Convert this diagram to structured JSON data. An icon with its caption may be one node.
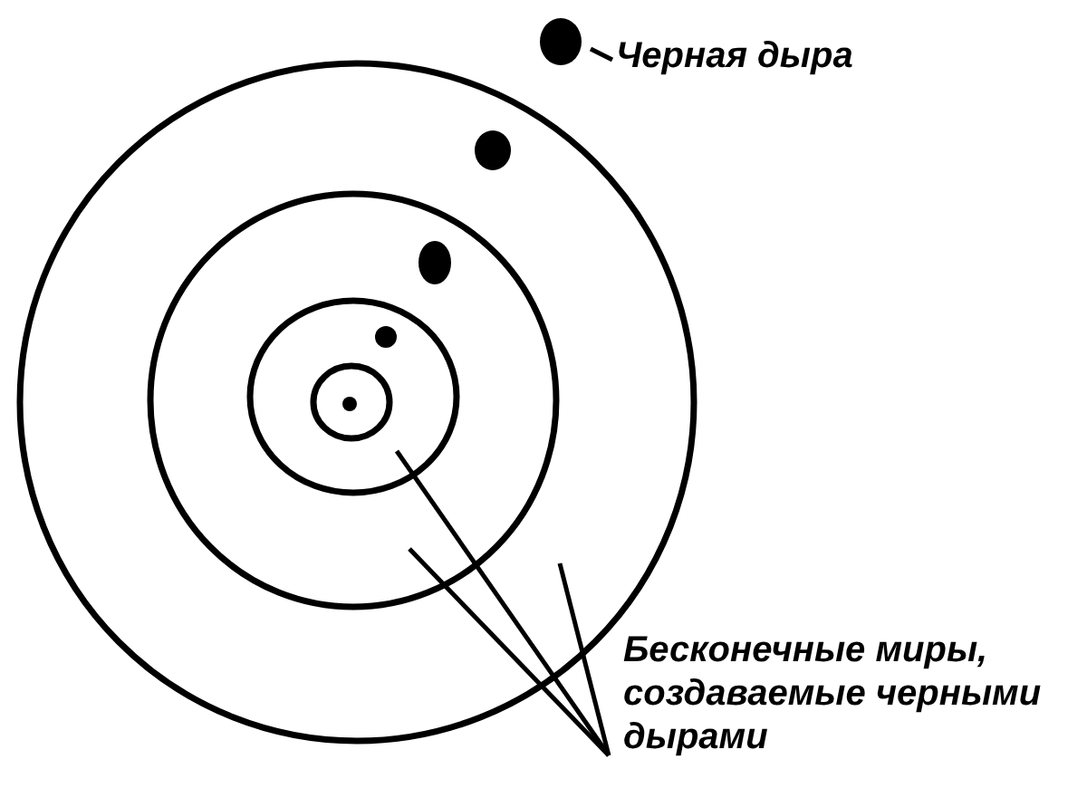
{
  "diagram": {
    "nodes": [
      {
        "text": [
          "Черная дыра"
        ]
      },
      {
        "text": [],
        "shape": "circle"
      },
      {
        "text": [
          "Бесконечные миры, создаваемые черными дырами"
        ]
      }
    ],
    "edges": [
      {
        "from": 0,
        "to": 1,
        "arrow": "none"
      },
      {
        "from": 2,
        "to": null,
        "arrow": "none"
      },
      {
        "from": 2,
        "to": null,
        "arrow": "none"
      },
      {
        "from": 2,
        "to": null,
        "arrow": "none"
      }
    ]
  }
}
